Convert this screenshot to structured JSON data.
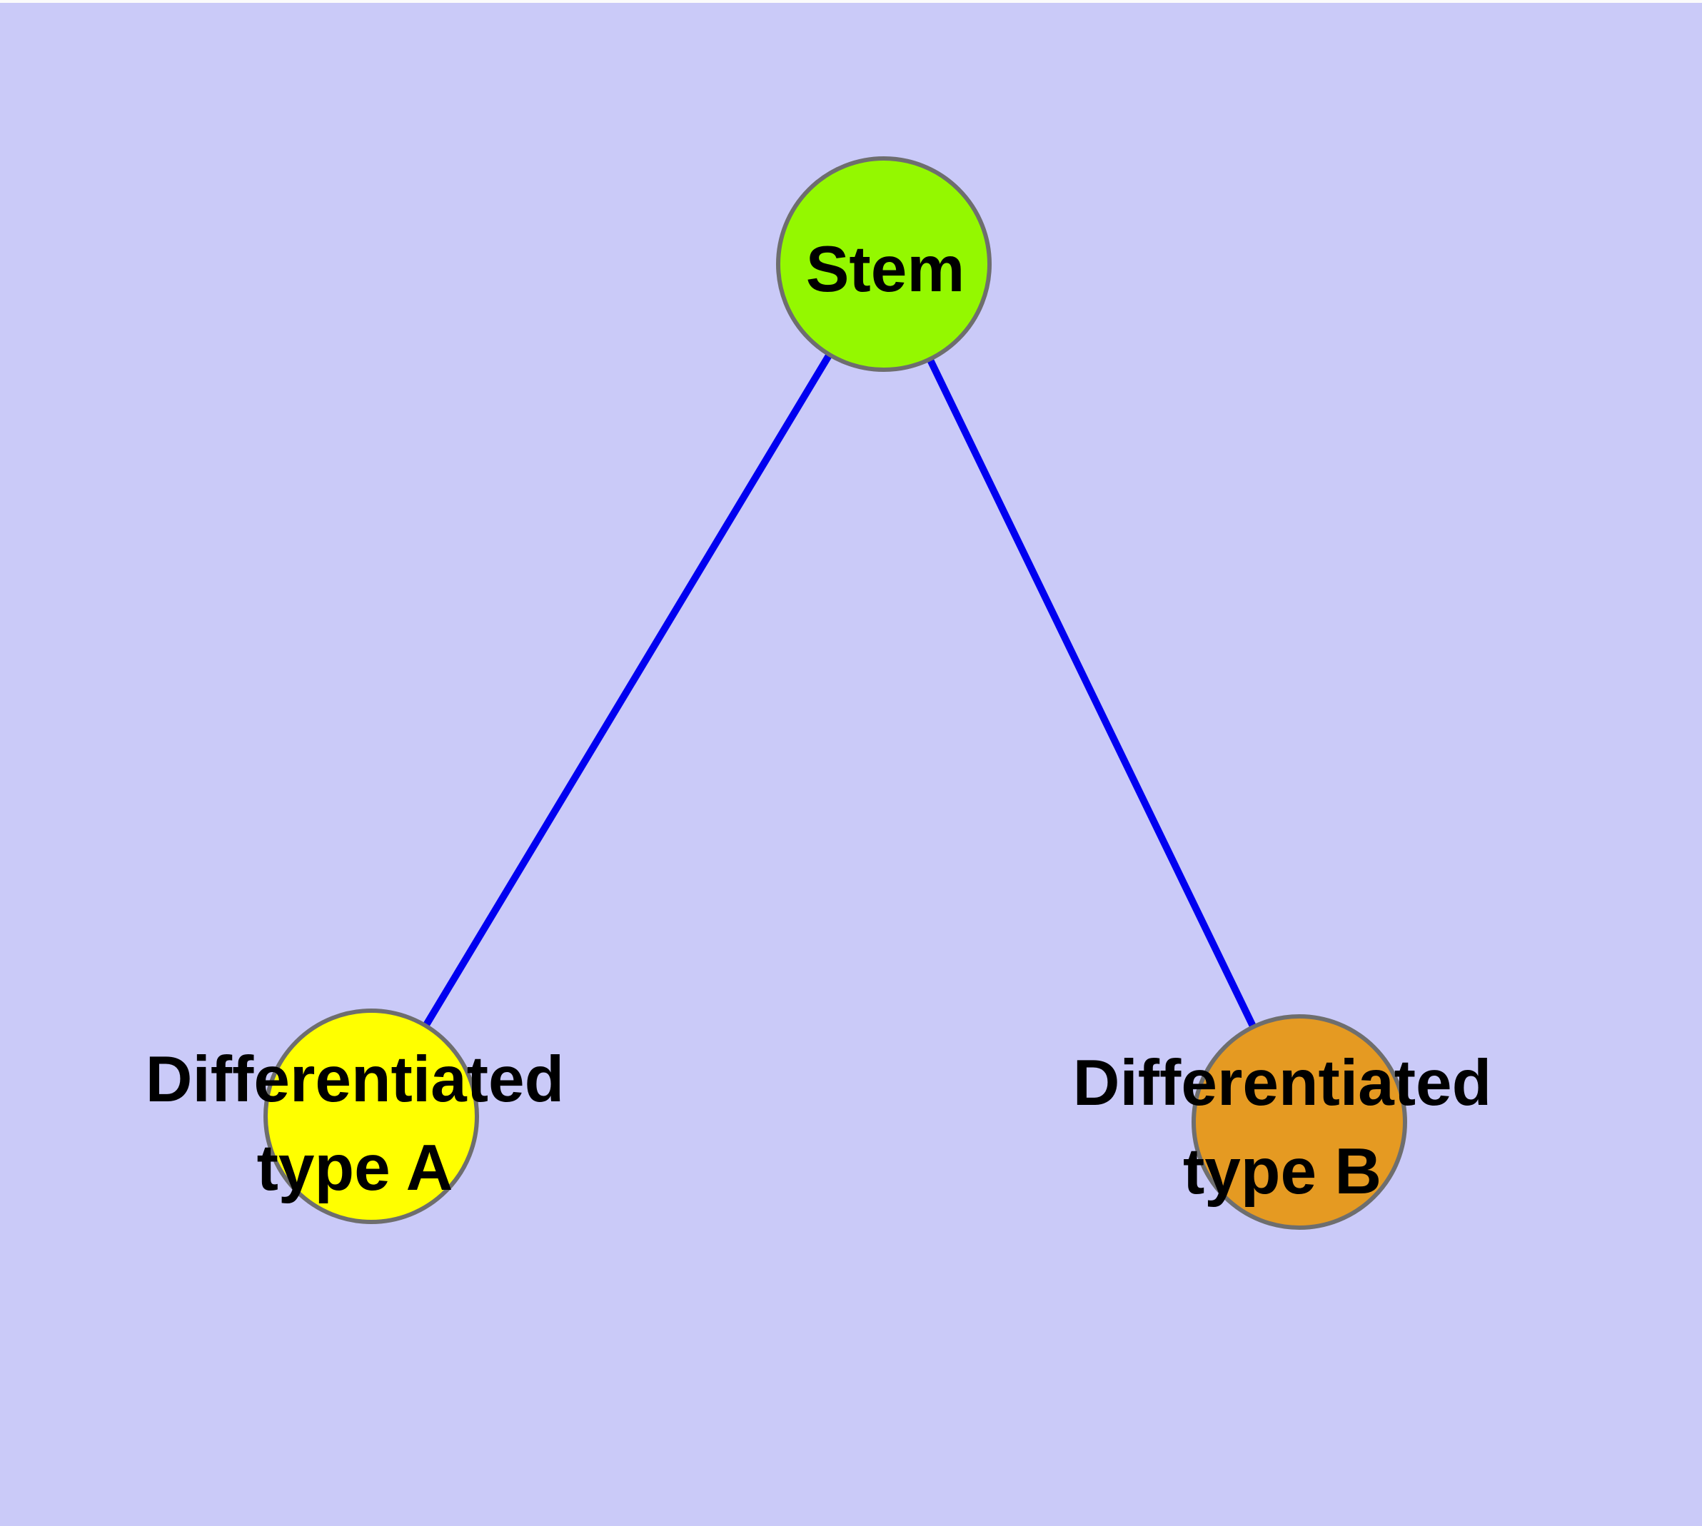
{
  "canvas": {
    "background_color": "#CACAF8",
    "top_strip_color": "#FBFBFB"
  },
  "graph": {
    "description": "Stem cell differentiation diagram: one stem node connected to two differentiated cell-type nodes",
    "edge_color": "#0000F0",
    "node_border_color": "#6E6E6E",
    "label_color": "#000000",
    "nodes": {
      "stem": {
        "label": "Stem",
        "fill": "#94F800"
      },
      "type_a": {
        "label_line1": "Differentiated",
        "label_line2": "type A",
        "fill": "#FFFF00"
      },
      "type_b": {
        "label_line1": "Differentiated",
        "label_line2": "type B",
        "fill": "#E59A22"
      }
    },
    "edges": [
      {
        "from": "Stem",
        "to": "Differentiated type A"
      },
      {
        "from": "Stem",
        "to": "Differentiated type B"
      }
    ]
  }
}
